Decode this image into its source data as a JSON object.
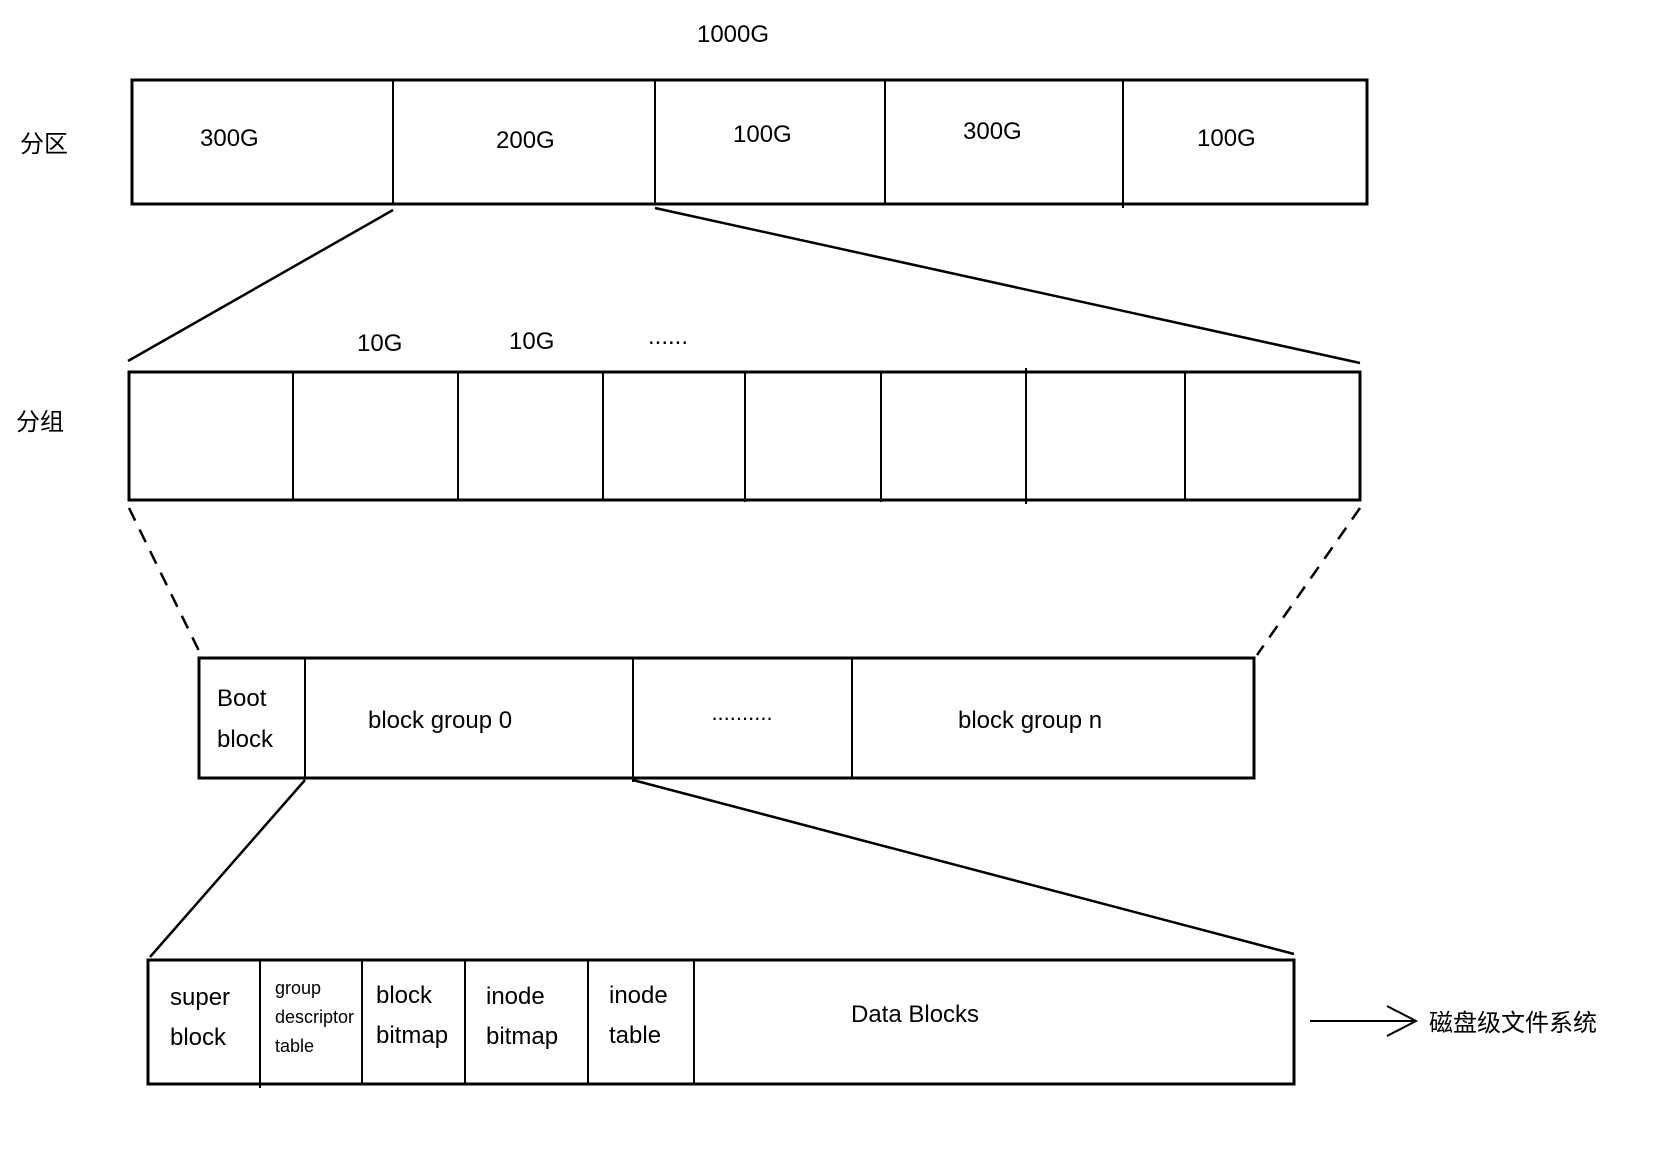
{
  "disk": {
    "total": "1000G",
    "row_label": "分区",
    "partitions": [
      "300G",
      "200G",
      "100G",
      "300G",
      "100G"
    ]
  },
  "groups": {
    "row_label": "分组",
    "sizes": [
      "10G",
      "10G",
      "......"
    ]
  },
  "partition_layout": {
    "boot_block": [
      "Boot",
      "block"
    ],
    "block_group_0": "block group 0",
    "ellipsis": "..........",
    "block_group_n": "block group n"
  },
  "block_group_layout": {
    "super_block": [
      "super",
      "block"
    ],
    "group_descriptor_table": [
      "group",
      "descriptor",
      "table"
    ],
    "block_bitmap": [
      "block",
      "bitmap"
    ],
    "inode_bitmap": [
      "inode",
      "bitmap"
    ],
    "inode_table": [
      "inode",
      "table"
    ],
    "data_blocks": "Data Blocks"
  },
  "annotation": {
    "label": "磁盘级文件系统"
  }
}
